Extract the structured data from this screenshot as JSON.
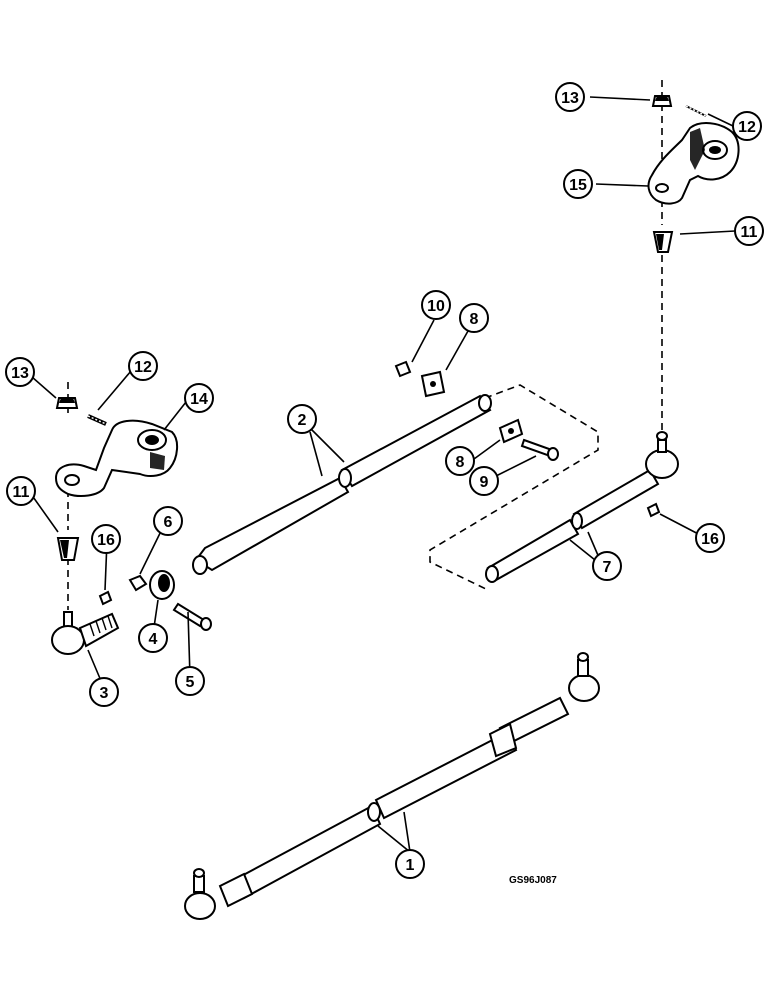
{
  "figure_code": "GS96J087",
  "callouts": {
    "c1": "1",
    "c2": "2",
    "c3": "3",
    "c4": "4",
    "c5": "5",
    "c6": "6",
    "c7": "7",
    "c8a": "8",
    "c8b": "8",
    "c9": "9",
    "c10": "10",
    "c11a": "11",
    "c11b": "11",
    "c12a": "12",
    "c12b": "12",
    "c13a": "13",
    "c13b": "13",
    "c14": "14",
    "c15": "15",
    "c16a": "16",
    "c16b": "16"
  }
}
